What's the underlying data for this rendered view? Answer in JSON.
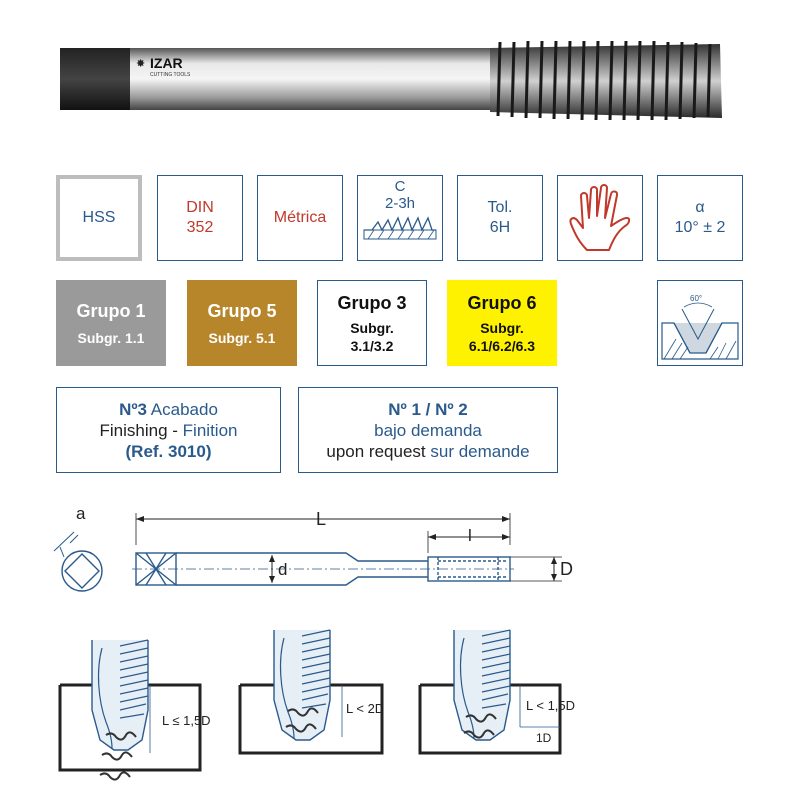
{
  "tool_logo": {
    "brand": "IZAR",
    "tagline": "CUTTING TOOLS"
  },
  "spec_icons": {
    "material": "HSS",
    "standard_line1": "DIN",
    "standard_line2": "352",
    "thread": "Métrica",
    "chamfer_line1": "C",
    "chamfer_line2": "2-3h",
    "tolerance_line1": "Tol.",
    "tolerance_line2": "6H",
    "angle_line1": "α",
    "angle_line2": "10° ± 2",
    "thread_angle": "60°"
  },
  "groups": [
    {
      "title": "Grupo 1",
      "sub1": "Subgr. 1.1",
      "sub2": ""
    },
    {
      "title": "Grupo 5",
      "sub1": "Subgr. 5.1",
      "sub2": ""
    },
    {
      "title": "Grupo 3",
      "sub1": "Subgr.",
      "sub2": "3.1/3.2"
    },
    {
      "title": "Grupo 6",
      "sub1": "Subgr.",
      "sub2": "6.1/6.2/6.3"
    }
  ],
  "finishing": {
    "num": "Nº3",
    "label_es": " Acabado",
    "label_en": "Finishing",
    "sep": " - ",
    "label_fr": "Finition",
    "ref": "(Ref. 3010)"
  },
  "request": {
    "title": "Nº 1 / Nº 2",
    "line_es": "bajo demanda",
    "line_en": "upon request",
    "line_fr": " sur demande"
  },
  "dimensions": {
    "a": "a",
    "L": "L",
    "l": "l",
    "d": "d",
    "D": "D"
  },
  "depths": [
    "L ≤ 1,5D",
    "L < 2D",
    "L < 1,5D",
    "1D"
  ],
  "colors": {
    "blue": "#2a5a8c",
    "red": "#c0392b",
    "gray": "#9a9a9a",
    "brown": "#b8862a",
    "yellow": "#fff200"
  }
}
